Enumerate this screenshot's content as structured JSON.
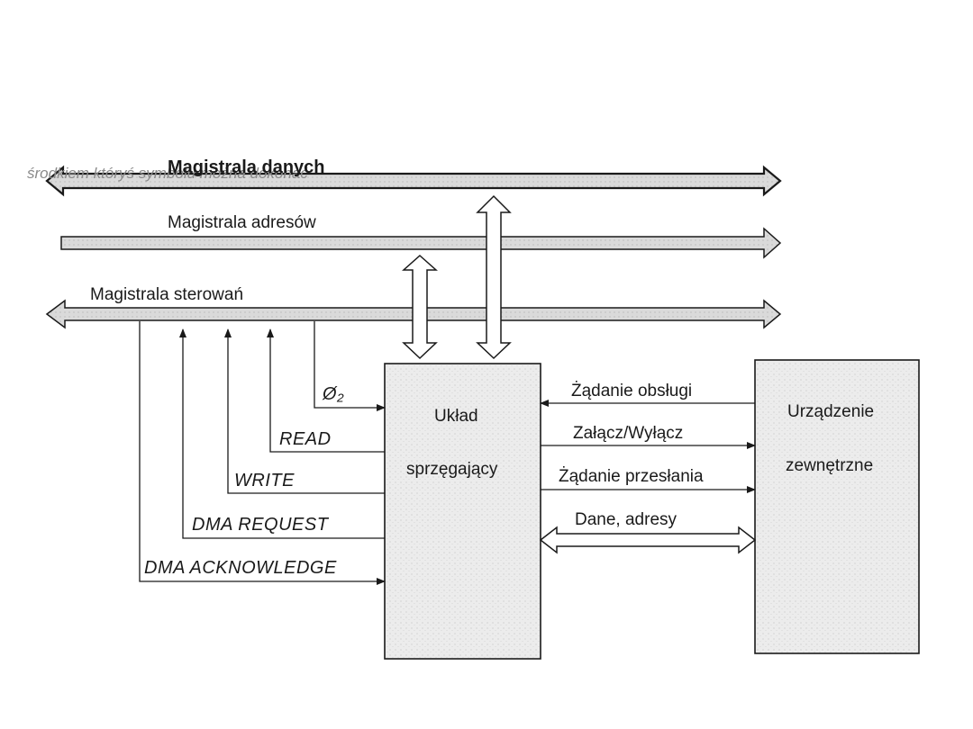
{
  "buses": {
    "data": "Magistrala danych",
    "address": "Magistrala adresów",
    "control": "Magistrala sterowań",
    "faded_text": "środkiem któryś symbolu można dokonać"
  },
  "signals": {
    "phi2": "Ø₂",
    "read": "READ",
    "write": "WRITE",
    "dma_request": "DMA REQUEST",
    "dma_acknowledge": "DMA ACKNOWLEDGE"
  },
  "interface": {
    "line1": "Układ",
    "line2": "sprzęgający"
  },
  "device": {
    "line1": "Urządzenie",
    "line2": "zewnętrzne"
  },
  "links": {
    "service_request": "Żądanie obsługi",
    "on_off": "Załącz/Wyłącz",
    "transfer_request": "Żądanie przesłania",
    "data_addresses": "Dane, adresy"
  },
  "colors": {
    "ink": "#1a1a1a",
    "bus_fill": "#dcdcdc",
    "box_fill": "#ececec"
  }
}
